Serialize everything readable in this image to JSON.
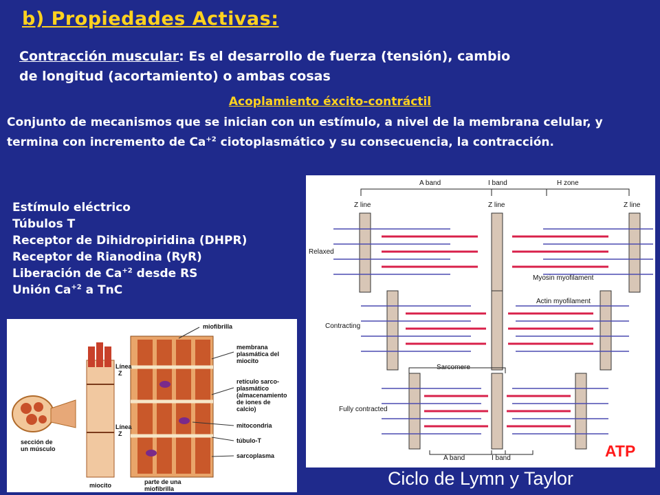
{
  "title": "b) Propiedades Activas:",
  "definition": {
    "term": "Contracción muscular",
    "line1_rest": ": Es el desarrollo de fuerza (tensión), cambio",
    "line2": "de longitud  (acortamiento) o ambas cosas"
  },
  "coupling": {
    "title": "Acoplamiento éxcito-contráctil",
    "text_a": "Conjunto de mecanismos que se inician con un estímulo, a nivel de la membrana celular, y termina con incremento de Ca",
    "text_sup": "+2",
    "text_b": " ciotoplasmático y su consecuencia, la contracción."
  },
  "steps": {
    "s1": "Estímulo eléctrico",
    "s2": "Túbulos T",
    "s3": "Receptor de Dihidropiridina (DHPR)",
    "s4": "Receptor de Rianodina (RyR)",
    "s5a": "Liberación de Ca",
    "s5sup": "+2",
    "s5b": " desde RS",
    "s6a": "Unión Ca",
    "s6sup": "+2",
    "s6b": " a TnC"
  },
  "muscle_figure": {
    "miofibrilla": "miofibrilla",
    "linea_z_1": "Línea",
    "linea_z_1b": "Z",
    "linea_z_2": "Línea",
    "linea_z_2b": "Z",
    "membrana_1": "membrana",
    "membrana_2": "plasmática del",
    "membrana_3": "miocito",
    "reticulo_1": "retículo sarco-",
    "reticulo_2": "plasmático",
    "reticulo_3": "(almacenamiento",
    "reticulo_4": "de iones de",
    "reticulo_5": "calcio)",
    "mitocondria": "mitocondria",
    "tubulo": "túbulo-T",
    "sarcoplasma": "sarcoplasma",
    "seccion_1": "sección de",
    "seccion_2": "un músculo",
    "miocito": "miocito",
    "parte_1": "parte de una",
    "parte_2": "miofibrilla"
  },
  "sarcomere_figure": {
    "a_band_top": "A band",
    "i_band_top": "I band",
    "h_zone": "H zone",
    "z_line_1": "Z line",
    "z_line_2": "Z line",
    "z_line_3": "Z line",
    "relaxed": "Relaxed",
    "myosin": "Myosin myofilament",
    "actin": "Actin myofilament",
    "contracting": "Contracting",
    "sarcomere": "Sarcomere",
    "fully_contracted": "Fully contracted",
    "a_band_bottom": "A band",
    "i_band_bottom": "I band"
  },
  "atp": "ATP",
  "caption": "Ciclo de Lymn y Taylor",
  "colors": {
    "background": "#1f2a8c",
    "heading": "#ffd21f",
    "atp": "#ff1a1a",
    "myosin": "#d8204a",
    "actin": "#4a4ab0"
  }
}
